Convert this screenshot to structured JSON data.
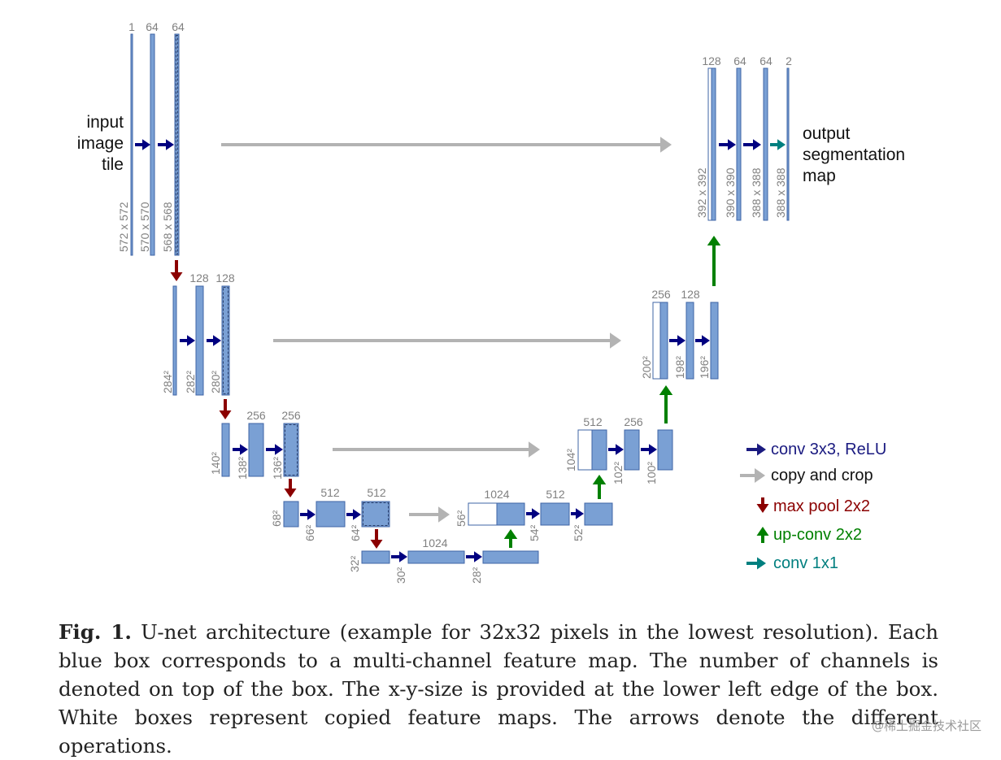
{
  "input_label": [
    "input",
    "image",
    "tile"
  ],
  "output_label": [
    "output",
    "segmentation",
    "map"
  ],
  "levels": [
    {
      "channels": [
        "1",
        "64",
        "64"
      ],
      "sizes": [
        "572 x 572",
        "570 x 570",
        "568 x 568"
      ]
    },
    {
      "channels": [
        "128",
        "128"
      ],
      "sizes": [
        "284²",
        "282²",
        "280²"
      ]
    },
    {
      "channels": [
        "256",
        "256"
      ],
      "sizes": [
        "140²",
        "138²",
        "136²"
      ]
    },
    {
      "channels": [
        "512",
        "512"
      ],
      "sizes": [
        "68²",
        "66²",
        "64²"
      ]
    },
    {
      "channels": [
        "1024"
      ],
      "sizes": [
        "32²",
        "30²",
        "28²"
      ]
    }
  ],
  "up_levels": [
    {
      "channels": [
        "1024",
        "512"
      ],
      "sizes": [
        "56²",
        "54²",
        "52²"
      ]
    },
    {
      "channels": [
        "512",
        "256"
      ],
      "sizes": [
        "104²",
        "102²",
        "100²"
      ]
    },
    {
      "channels": [
        "256",
        "128"
      ],
      "sizes": [
        "200²",
        "198²",
        "196²"
      ]
    },
    {
      "channels": [
        "128",
        "64",
        "64",
        "2"
      ],
      "sizes": [
        "392 x 392",
        "390 x 390",
        "388 x 388",
        "388 x 388"
      ]
    }
  ],
  "legend": [
    {
      "label": "conv 3x3, ReLU",
      "color": "#1a1a80",
      "arrow": "right"
    },
    {
      "label": "copy and crop",
      "color": "#b3b3b3",
      "arrow": "right",
      "text_color": "#111111"
    },
    {
      "label": "max pool 2x2",
      "color": "#8b0000",
      "arrow": "down"
    },
    {
      "label": "up-conv 2x2",
      "color": "#008000",
      "arrow": "up"
    },
    {
      "label": "conv 1x1",
      "color": "#007f7f",
      "arrow": "right"
    }
  ],
  "caption": {
    "fig": "Fig. 1.",
    "text": "U-net architecture (example for 32x32 pixels in the lowest resolution). Each blue box corresponds to a multi-channel feature map. The number of channels is denoted on top of the box. The x-y-size is provided at the lower left edge of the box. White boxes represent copied feature maps. The arrows denote the different operations."
  },
  "watermark": "@稀土掘金技术社区",
  "colors": {
    "box_fill": "#7aa0d4",
    "box_stroke": "#3f64a6",
    "copy_box_fill": "#ffffff",
    "conv_arrow": "#000080",
    "copy_arrow": "#b3b3b3",
    "pool_arrow": "#8b0000",
    "upconv_arrow": "#008000",
    "conv1x1_arrow": "#008080",
    "label_gray": "#808080"
  }
}
